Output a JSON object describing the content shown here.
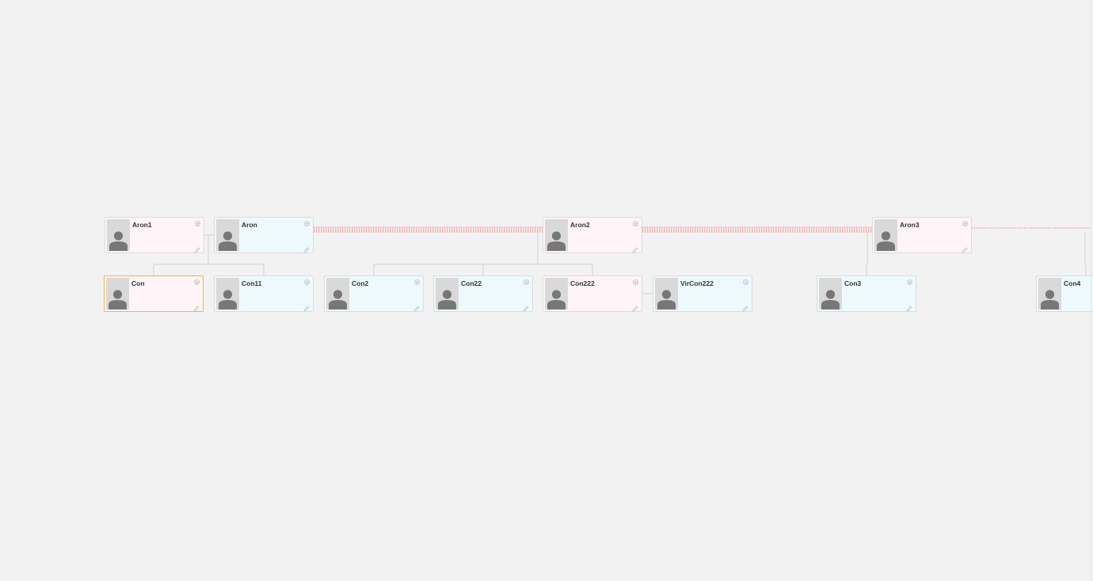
{
  "tree": {
    "people": [
      {
        "id": "aron1",
        "name": "Aron1",
        "gender": "female",
        "selected": false
      },
      {
        "id": "aron",
        "name": "Aron",
        "gender": "male",
        "selected": false
      },
      {
        "id": "aron2",
        "name": "Aron2",
        "gender": "female",
        "selected": false
      },
      {
        "id": "aron3",
        "name": "Aron3",
        "gender": "female",
        "selected": false
      },
      {
        "id": "con",
        "name": "Con",
        "gender": "female",
        "selected": true
      },
      {
        "id": "con11",
        "name": "Con11",
        "gender": "male",
        "selected": false
      },
      {
        "id": "con2",
        "name": "Con2",
        "gender": "male",
        "selected": false
      },
      {
        "id": "con22",
        "name": "Con22",
        "gender": "male",
        "selected": false
      },
      {
        "id": "con222",
        "name": "Con222",
        "gender": "female",
        "selected": false
      },
      {
        "id": "vircon222",
        "name": "VirCon222",
        "gender": "male",
        "selected": false
      },
      {
        "id": "con3",
        "name": "Con3",
        "gender": "male",
        "selected": false
      },
      {
        "id": "con4",
        "name": "Con4",
        "gender": "male",
        "selected": false
      }
    ],
    "relations": {
      "partners": [
        [
          "aron1",
          "aron"
        ],
        [
          "aron",
          "aron2"
        ],
        [
          "aron2",
          "aron3"
        ],
        [
          "aron3",
          "offscreen"
        ],
        [
          "con222",
          "vircon222"
        ]
      ],
      "children": [
        {
          "parents": [
            "aron1",
            "aron"
          ],
          "children": [
            "con",
            "con11"
          ]
        },
        {
          "parents": [
            "aron",
            "aron2"
          ],
          "children": [
            "con2",
            "con22",
            "con222"
          ]
        },
        {
          "parents": [
            "aron2",
            "aron3"
          ],
          "children": [
            "con3"
          ]
        },
        {
          "parents": [
            "aron3",
            "offscreen"
          ],
          "children": [
            "con4"
          ]
        }
      ]
    },
    "colors": {
      "female_fill": "#fff4f7",
      "male_fill": "#eef9fd",
      "selected_border": "#f0b64c",
      "partner_line": "#f08080",
      "child_line": "#d0d0d0"
    },
    "icons": {
      "add": "add-circle-icon",
      "edit": "pencil-icon",
      "avatar": "person-silhouette-icon"
    }
  }
}
